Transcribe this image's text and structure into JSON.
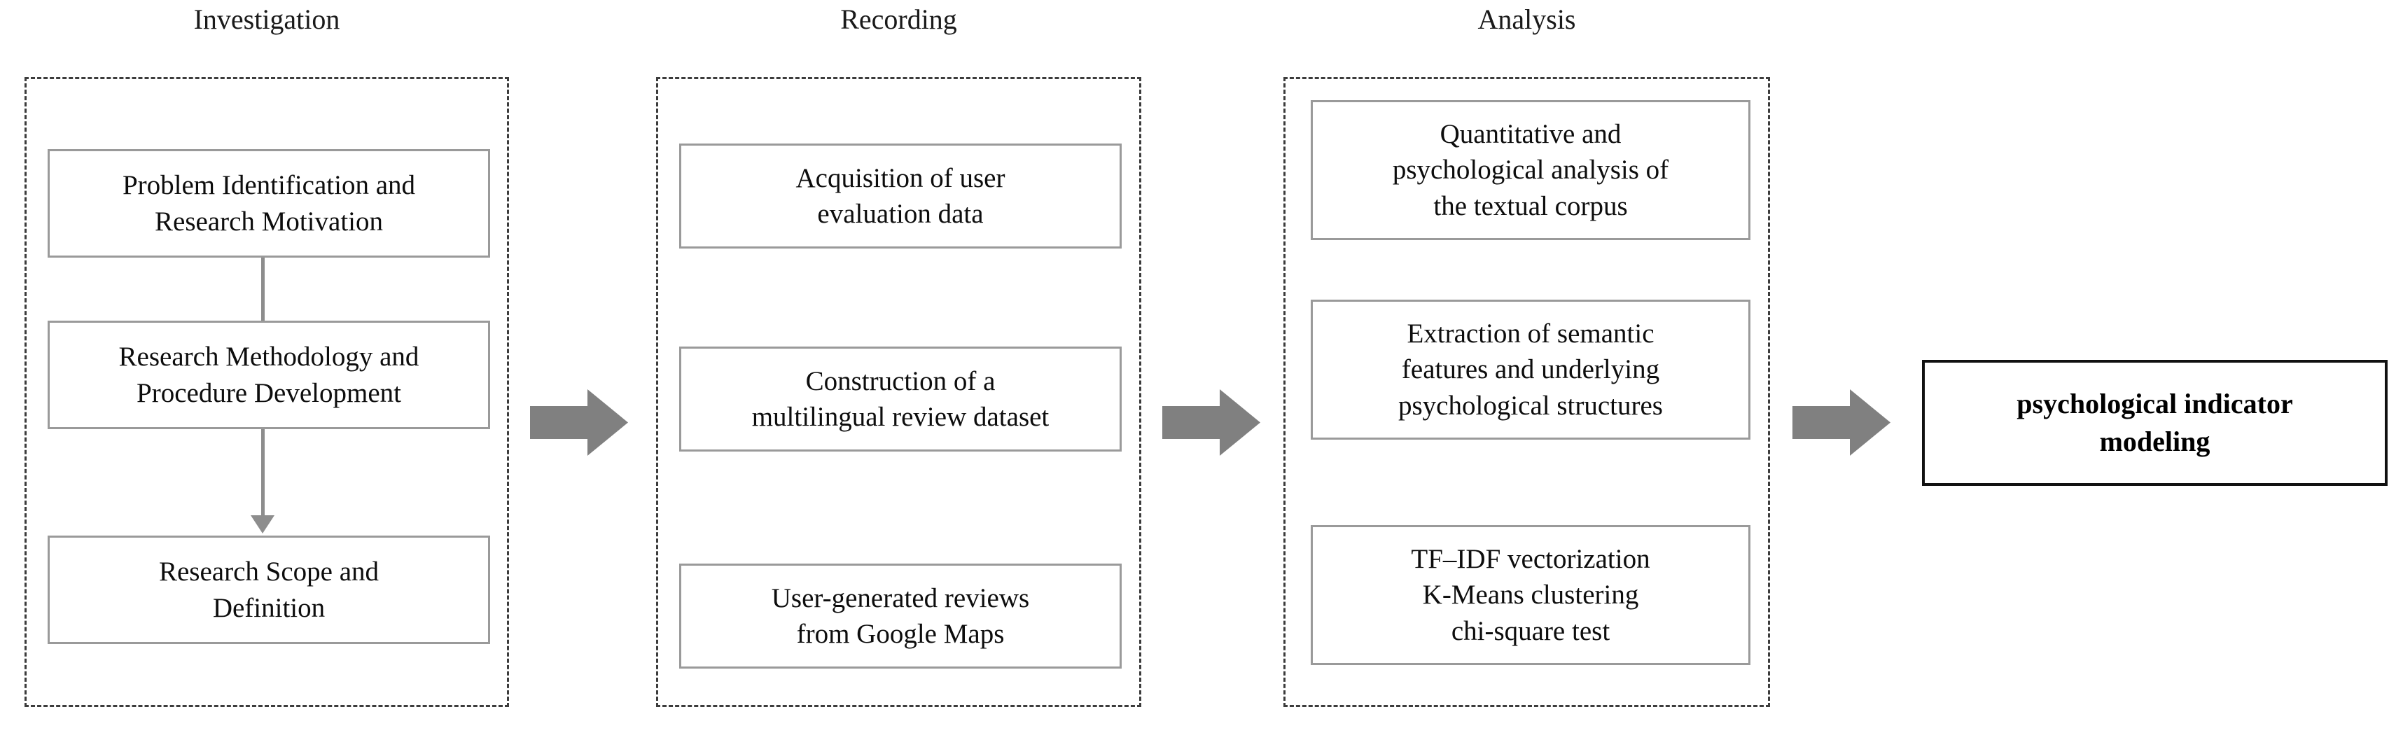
{
  "diagram": {
    "title_font_color": "#1a1a1a",
    "arrow_color": "#808080",
    "box_border_color": "#9a9a9a",
    "group_border_color": "#3c3c3c",
    "result_border_color": "#111111",
    "stages": [
      {
        "id": "investigation",
        "label": "Investigation",
        "steps": [
          {
            "id": "problem-identification",
            "text": "Problem Identification and\nResearch Motivation"
          },
          {
            "id": "research-methodology",
            "text": "Research Methodology and\nProcedure Development"
          },
          {
            "id": "research-scope",
            "text": "Research Scope and\nDefinition"
          }
        ]
      },
      {
        "id": "recording",
        "label": "Recording",
        "steps": [
          {
            "id": "acquisition-user-data",
            "text": "Acquisition of user\nevaluation data"
          },
          {
            "id": "multilingual-dataset",
            "text": "Construction of a\nmultilingual review dataset"
          },
          {
            "id": "google-maps-reviews",
            "text": "User-generated reviews\nfrom Google Maps"
          }
        ]
      },
      {
        "id": "analysis",
        "label": "Analysis",
        "steps": [
          {
            "id": "quantitative-psychological",
            "text": "Quantitative and\npsychological analysis of\nthe textual corpus"
          },
          {
            "id": "semantic-features",
            "text": "Extraction of semantic\nfeatures and underlying\npsychological structures"
          },
          {
            "id": "methods-list",
            "text": "TF–IDF vectorization\nK-Means clustering\nchi-square test"
          }
        ]
      }
    ],
    "result": {
      "id": "psychological-indicator-modeling",
      "text": "psychological indicator\nmodeling"
    },
    "flow_arrows": [
      {
        "id": "arrow-investigation-to-recording"
      },
      {
        "id": "arrow-recording-to-analysis"
      },
      {
        "id": "arrow-analysis-to-result"
      }
    ]
  }
}
